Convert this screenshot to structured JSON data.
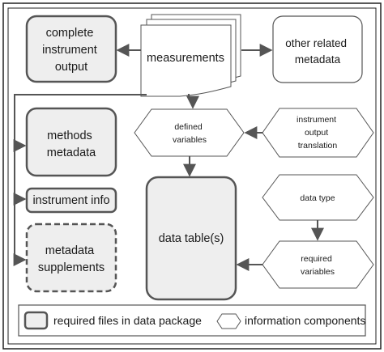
{
  "nodes": {
    "complete_instrument_output": [
      "complete",
      "instrument",
      "output"
    ],
    "measurements": "measurements",
    "other_related_metadata": [
      "other related",
      "metadata"
    ],
    "methods_metadata": [
      "methods",
      "metadata"
    ],
    "instrument_info": "instrument info",
    "metadata_supplements": [
      "metadata",
      "supplements"
    ],
    "defined_variables": [
      "defined",
      "variables"
    ],
    "instrument_output_translation": [
      "instrument",
      "output",
      "translation"
    ],
    "data_table": "data table(s)",
    "data_type": "data type",
    "required_variables": [
      "required",
      "variables"
    ]
  },
  "legend": {
    "required_files": "required files in data package",
    "information_components": "information components"
  },
  "colors": {
    "box_fill": "#eeeeee",
    "border": "#555555",
    "arrow": "#555555",
    "frame": "#222222"
  }
}
